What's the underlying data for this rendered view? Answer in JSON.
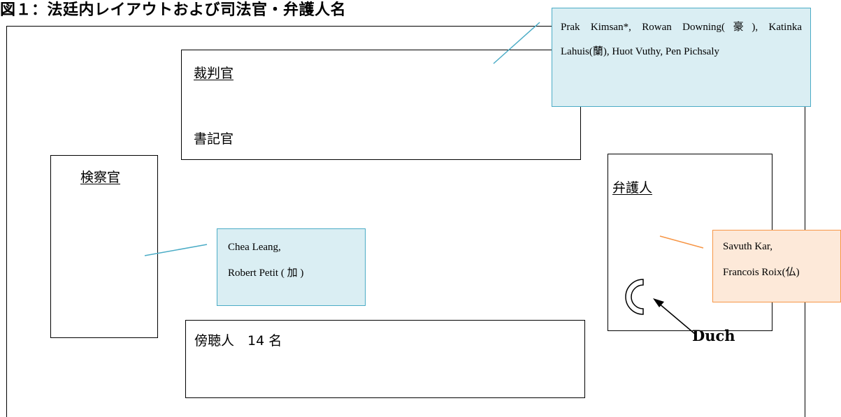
{
  "title": "図１：法廷内レイアウトおよび司法官・弁護人名",
  "areas": {
    "judges": "裁判官",
    "clerk": "書記官",
    "prosecutors": "検察官",
    "defense": "弁護人",
    "audience": "傍聴人　14 名"
  },
  "callouts": {
    "judges": "Prak Kimsan*, Rowan Downing(豪), Katinka Lahuis(蘭), Huot Vuthy, Pen Pichsaly",
    "prosecutors_line1": "Chea Leang,",
    "prosecutors_line2": "Robert Petit ( 加 )",
    "defense_line1": "Savuth Kar,",
    "defense_line2": "Francois Roix(仏)"
  },
  "accused_label": "Duch",
  "colors": {
    "blue_fill": "#daeef3",
    "blue_border": "#4bacc6",
    "orange_fill": "#fde9d9",
    "orange_border": "#f79646"
  },
  "icons": {
    "accused_seat": "semicircle-seat-icon",
    "pointer": "arrow-icon"
  }
}
